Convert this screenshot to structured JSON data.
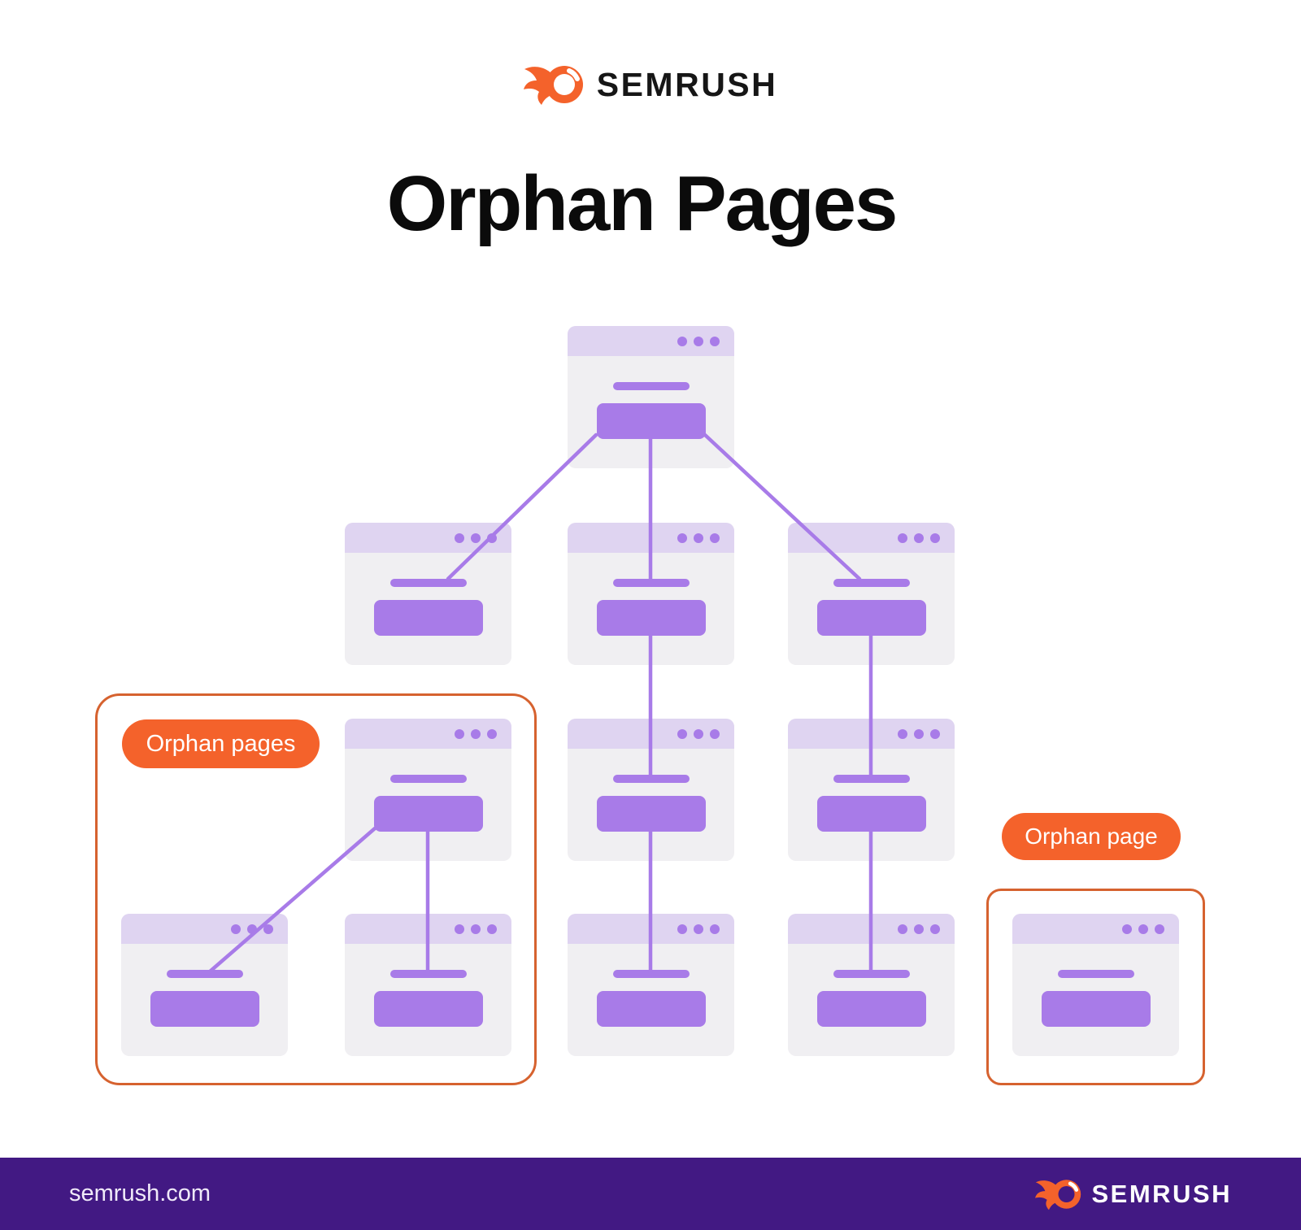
{
  "header": {
    "logo": {
      "brand": "SEMRUSH",
      "icon": "semrush-fireball-icon"
    }
  },
  "title": "Orphan Pages",
  "labels": {
    "orphan_pages_pill": "Orphan pages",
    "orphan_page_pill": "Orphan page"
  },
  "footer": {
    "website": "semrush.com",
    "logo": {
      "brand": "SEMRUSH",
      "icon": "semrush-fireball-icon"
    }
  },
  "colors": {
    "purple": "#A87BE8",
    "lavender": "#DFD4F1",
    "card-gray": "#F0EFF2",
    "accent-orange": "#F4622B",
    "border-orange": "#D6622F",
    "footer-purple": "#421983",
    "ink": "#0B0B0B",
    "footer-text": "#F0EAF9"
  },
  "diagram": {
    "type": "site-structure-tree",
    "description": "Website page tree built of browser-window cards connected by purple links; two orange-outlined groups mark pages with no incoming links from the main structure",
    "nodes": [
      {
        "id": "home",
        "level": 1,
        "linked": true
      },
      {
        "id": "section-left",
        "level": 2,
        "linked": true
      },
      {
        "id": "section-center",
        "level": 2,
        "linked": true
      },
      {
        "id": "section-right",
        "level": 2,
        "linked": true
      },
      {
        "id": "page-center-3",
        "level": 3,
        "linked": true
      },
      {
        "id": "page-right-3",
        "level": 3,
        "linked": true
      },
      {
        "id": "page-center-4",
        "level": 4,
        "linked": true
      },
      {
        "id": "page-right-4",
        "level": 4,
        "linked": true
      },
      {
        "id": "orphan-root",
        "level": 3,
        "linked": false,
        "group": "Orphan pages"
      },
      {
        "id": "orphan-child-1",
        "level": 4,
        "linked": false,
        "group": "Orphan pages"
      },
      {
        "id": "orphan-child-2",
        "level": 4,
        "linked": false,
        "group": "Orphan pages"
      },
      {
        "id": "orphan-single",
        "level": 4,
        "linked": false,
        "group": "Orphan page"
      }
    ],
    "edges": [
      [
        "home",
        "section-left"
      ],
      [
        "home",
        "section-center"
      ],
      [
        "home",
        "section-right"
      ],
      [
        "section-center",
        "page-center-3"
      ],
      [
        "section-right",
        "page-right-3"
      ],
      [
        "page-center-3",
        "page-center-4"
      ],
      [
        "page-right-3",
        "page-right-4"
      ],
      [
        "orphan-root",
        "orphan-child-1"
      ],
      [
        "orphan-root",
        "orphan-child-2"
      ]
    ]
  }
}
